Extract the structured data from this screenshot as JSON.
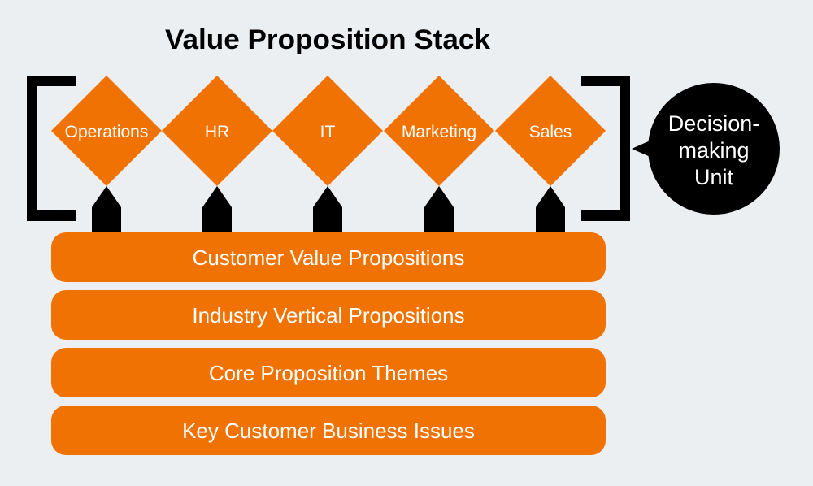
{
  "title": "Value Proposition Stack",
  "colors": {
    "background": "#ebeff2",
    "accent": "#ef7203",
    "dark": "#000000"
  },
  "roles": [
    "Operations",
    "HR",
    "IT",
    "Marketing",
    "Sales"
  ],
  "decision_unit": {
    "lines": [
      "Decision-",
      "making",
      "Unit"
    ]
  },
  "layers": [
    "Customer Value Propositions",
    "Industry Vertical Propositions",
    "Core Proposition Themes",
    "Key Customer Business Issues"
  ]
}
